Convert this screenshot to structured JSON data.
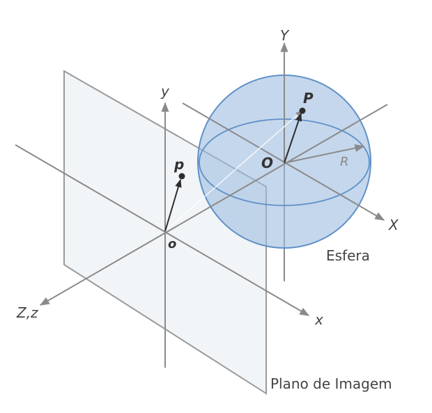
{
  "colors": {
    "plane_fill": "#eef3f6",
    "plane_stroke": "#9a9a9a",
    "sphere_fill": "#9fbde0",
    "sphere_stroke": "#5f90c8",
    "axis": "#8a8a8a",
    "vector": "#2e2e2e"
  },
  "labels": {
    "Y_upper": "Y",
    "y_lower": "y",
    "X_upper": "X",
    "x_lower": "x",
    "Zz": "Z,z",
    "O_center": "O",
    "o_origin": "o",
    "P_point": "P",
    "p_point": "p",
    "R_radius": "R",
    "sphere_label": "Esfera",
    "plane_label": "Plano de Imagem"
  }
}
